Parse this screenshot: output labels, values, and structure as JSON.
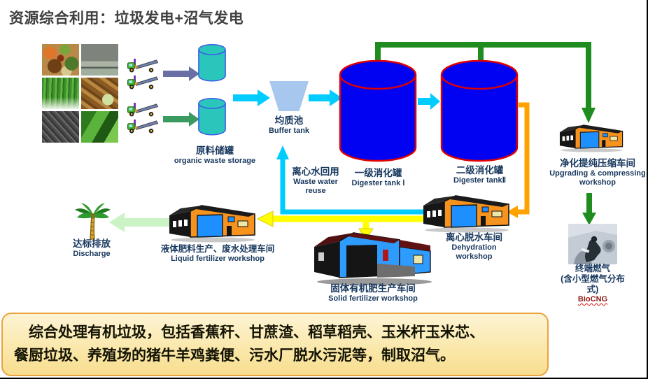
{
  "title": "资源综合利用：垃圾发电+沼气发电",
  "nodes": {
    "storage": {
      "zh": "原料储罐",
      "en": "organic waste storage"
    },
    "buffer": {
      "zh": "均质池",
      "en": "Buffer tank"
    },
    "wastewater": {
      "zh": "离心水回用",
      "en1": "Waste water",
      "en2": "reuse"
    },
    "digester1": {
      "zh": "一级消化罐",
      "en": "Digester tank Ⅰ"
    },
    "digester2": {
      "zh": "二级消化罐",
      "en": "Digester tankⅡ"
    },
    "upgrading": {
      "zh": "净化提纯压缩车间",
      "en1": "Upgrading & compressing",
      "en2": "workshop"
    },
    "biocng": {
      "zh1": "终端燃气",
      "zh2": "(含小型燃气分布",
      "zh3": "式)",
      "en": "BioCNG"
    },
    "dehydration": {
      "zh": "离心脱水车间",
      "en1": "Dehydration",
      "en2": "workshop"
    },
    "liquid": {
      "zh": "液体肥料生产、废水处理车间",
      "en": "Liquid fertilizer workshop"
    },
    "solid": {
      "zh": "固体有机肥生产车间",
      "en": "Solid fertilizer workshop"
    },
    "discharge": {
      "zh": "达标排放",
      "en": "Discharge"
    }
  },
  "note": {
    "line1": "　综合处理有机垃圾，包括香蕉秆、甘蔗渣、稻草稻壳、玉米杆玉米芯、",
    "line2": "餐厨垃圾、养殖场的猪牛羊鸡粪便、污水厂脱水污泥等，制取沼气。"
  },
  "photos": [
    "food-waste",
    "livestock-barn",
    "grass",
    "bagasse-wood-chips",
    "sludge",
    "banana-plants"
  ],
  "colors": {
    "title_text": "#3F3F3F",
    "label_text": "#17375D",
    "biocng_text": "#8B1A12",
    "storage_tank_fill": "#2AC6BB",
    "storage_tank_stroke": "#3B5BEA",
    "digester_fill": "#0202F2",
    "digester_stroke": "#E00000",
    "buffer_fill": "#A7C7EE",
    "biogas_pipe_green": "#1E8C1E",
    "digestate_pipe_orange": "#FFA200",
    "water_pipe_cyan": "#00CCFF",
    "fertilizer_pipe_yellow": "#FFFF00",
    "truck_arrow_purple": "#6A6FA5",
    "truck_arrow_green": "#3A9A60",
    "discharge_arrow_green": "#CBF3C6",
    "note_box_fill": "#FAE7A8",
    "note_box_border": "#ECA23E"
  }
}
